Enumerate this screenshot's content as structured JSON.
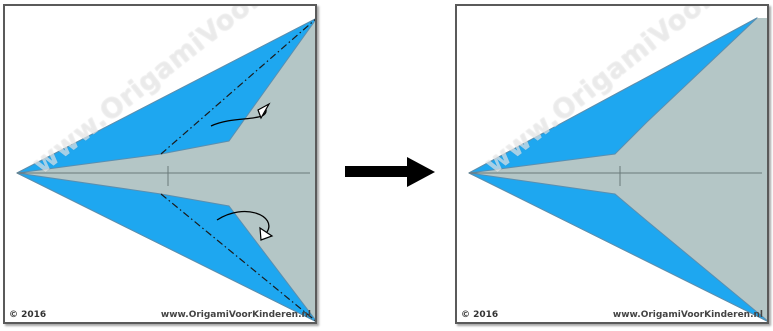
{
  "panels": [
    {
      "copyright": "© 2016",
      "website": "www.OrigamiVoorKinderen.nl",
      "watermark": "www.OrigamiVoorKinderen.nl"
    },
    {
      "copyright": "© 2016",
      "website": "www.OrigamiVoorKinderen.nl",
      "watermark": "www.OrigamiVoorKinderen.nl"
    }
  ],
  "colors": {
    "paper_front": "#1ea7f0",
    "paper_back": "#b4c6c6",
    "edge": "#5a8fb0",
    "fold_line": "#1a1a1a",
    "arrow": "#000000"
  },
  "icons": [
    "mountain-fold-arrow-icon",
    "next-step-arrow-icon"
  ]
}
